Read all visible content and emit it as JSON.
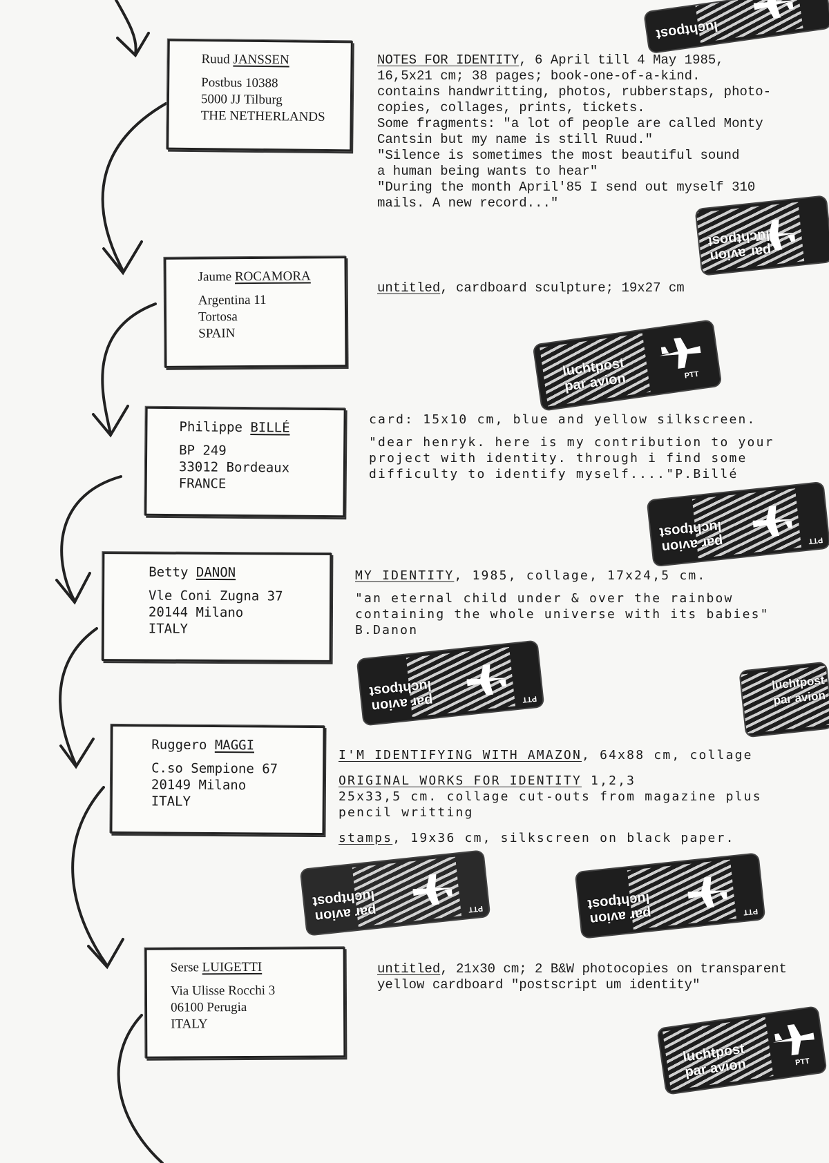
{
  "entries": [
    {
      "first": "Ruud",
      "surname": "JANSSEN",
      "address": [
        "Postbus 10388",
        "5000 JJ Tilburg",
        "THE NETHERLANDS"
      ],
      "works": [
        {
          "title": "NOTES FOR IDENTITY",
          "rest": ", 6 April till 4 May 1985,",
          "lines": [
            "16,5x21 cm; 38 pages; book-one-of-a-kind.",
            "contains handwritting, photos,  rubberstaps, photo-",
            "copies, collages, prints, tickets.",
            "Some fragments: \"a lot of people are called Monty",
            "Cantsin but my name is still Ruud.\"",
            "\"Silence is sometimes the most beautiful sound",
            "a human being wants to hear\"",
            "\"During the month April'85 I send out myself 310",
            "mails. A new record...\""
          ]
        }
      ]
    },
    {
      "first": "Jaume",
      "surname": "ROCAMORA",
      "address": [
        "Argentina 11",
        "Tortosa",
        "SPAIN"
      ],
      "works": [
        {
          "title": "untitled",
          "rest": ", cardboard sculpture; 19x27 cm",
          "lines": []
        }
      ]
    },
    {
      "first": "Philippe",
      "surname": "BILLÉ",
      "address": [
        "BP 249",
        "33012 Bordeaux",
        "FRANCE"
      ],
      "works": [
        {
          "title": "",
          "rest": "card: 15x10 cm, blue and yellow silkscreen.",
          "lines": []
        },
        {
          "title": "",
          "rest": "",
          "lines": [
            "\"dear henryk. here is my contribution to your",
            "project with identity. through i find some",
            "difficulty to identify myself....\"P.Billé"
          ]
        }
      ]
    },
    {
      "first": "Betty",
      "surname": "DANON",
      "address": [
        "Vle Coni Zugna 37",
        "20144 Milano",
        "ITALY"
      ],
      "works": [
        {
          "title": "MY IDENTITY",
          "rest": ", 1985, collage, 17x24,5 cm.",
          "lines": []
        },
        {
          "title": "",
          "rest": "",
          "lines": [
            "\"an eternal child under & over the rainbow",
            "containing the whole universe with its babies\"",
            "B.Danon"
          ]
        }
      ]
    },
    {
      "first": "Ruggero",
      "surname": "MAGGI",
      "address": [
        "C.so Sempione 67",
        "20149 Milano",
        "ITALY"
      ],
      "works": [
        {
          "title": "I'M IDENTIFYING WITH AMAZON",
          "rest": ", 64x88 cm, collage",
          "lines": []
        },
        {
          "title": "ORIGINAL WORKS FOR IDENTITY",
          "rest": " 1,2,3",
          "lines": [
            "25x33,5 cm. collage cut-outs from magazine plus",
            "pencil writting"
          ]
        },
        {
          "title": "stamps",
          "rest": ", 19x36 cm, silkscreen on black paper.",
          "lines": []
        }
      ]
    },
    {
      "first": "Serse",
      "surname": "LUIGETTI",
      "address": [
        "Via Ulisse Rocchi 3",
        "06100 Perugia",
        "ITALY"
      ],
      "works": [
        {
          "title": "untitled",
          "rest": ", 21x30 cm; 2 B&W photocopies on transparent",
          "lines": [
            "yellow cardboard \"postscript um identity\""
          ]
        }
      ]
    }
  ],
  "stamp": {
    "line1": "luchtpost",
    "line2": "par avion",
    "badge": "PTT"
  }
}
